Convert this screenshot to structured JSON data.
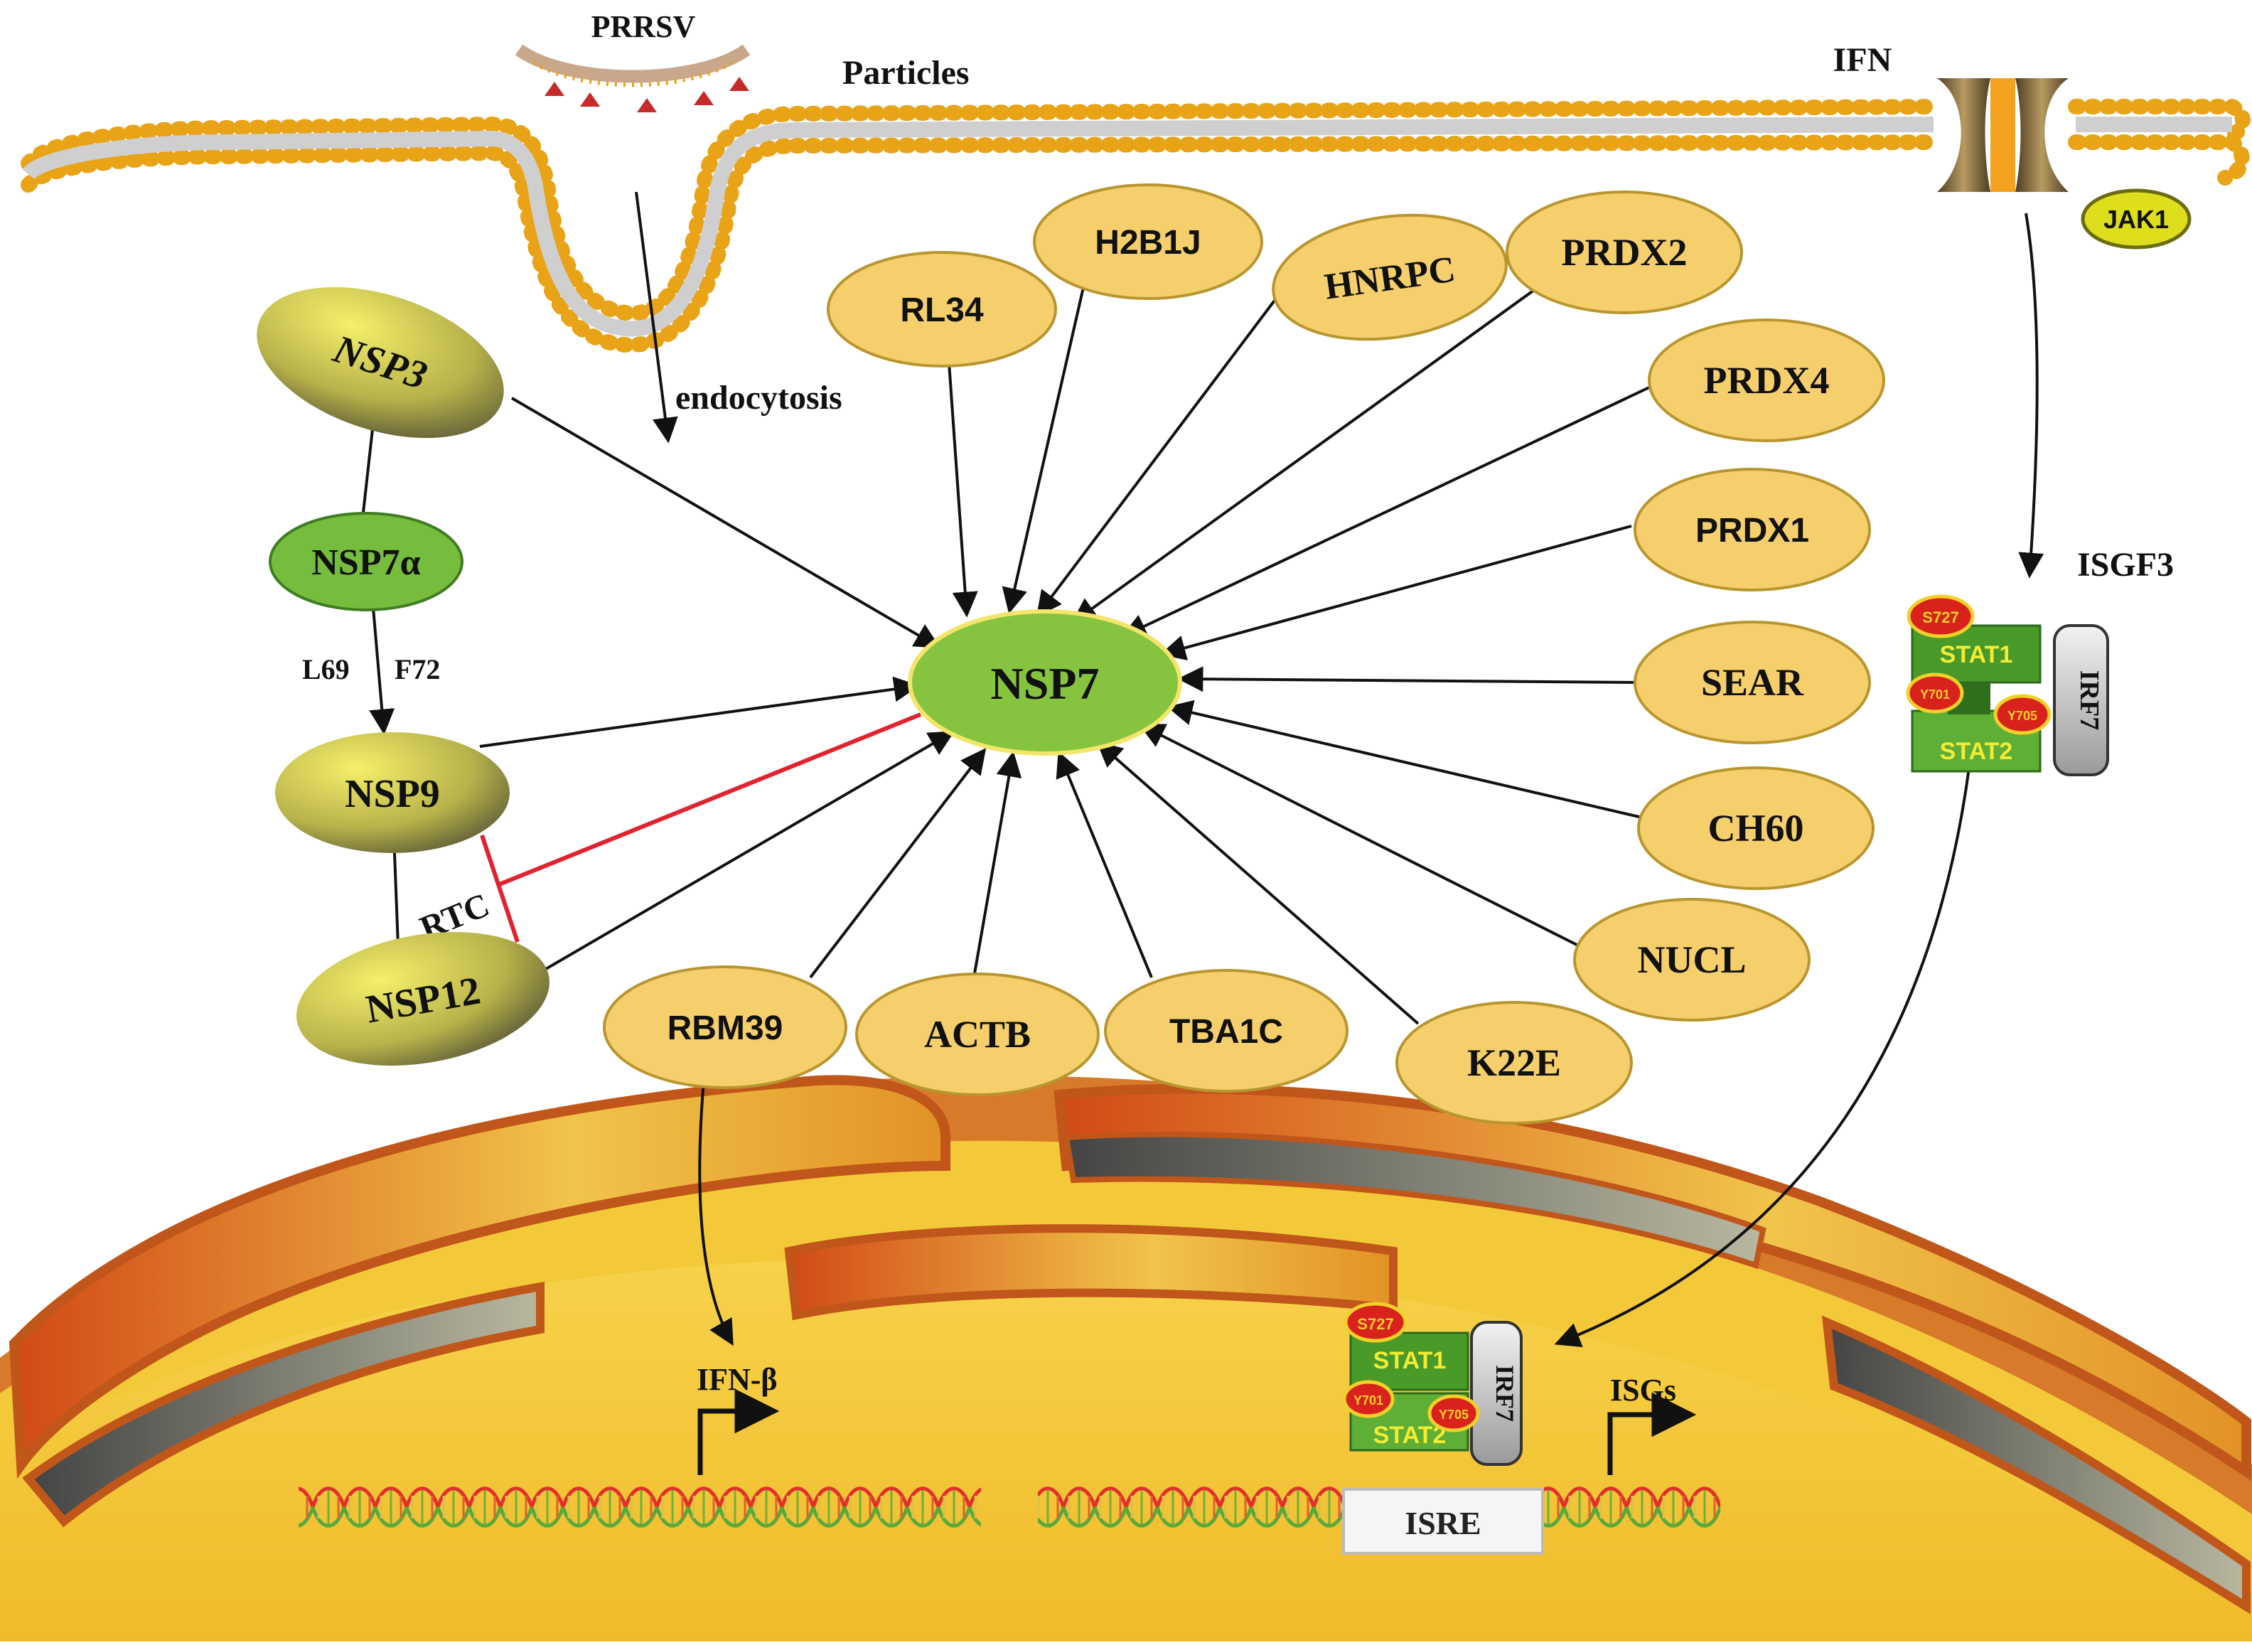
{
  "colors": {
    "protein_fill": "#f6cf6d",
    "protein_stroke": "#b8962e",
    "nsp7_fill": "#86c33f",
    "nsp7_stroke": "#f2e56a",
    "activation_arrow": "#111111",
    "inhibition": "#e0232e",
    "membrane_head": "#e8a317",
    "nucleus_outer": "#e8a23b",
    "nucleus_inner": "#f3cf4a",
    "stat_green": "#4ea82c",
    "stat_text": "#f5f02a",
    "jak1_fill": "#dede1c"
  },
  "labels": {
    "prrsv": "PRRSV",
    "particles": "Particles",
    "endocytosis": "endocytosis",
    "ifn": "IFN",
    "jak1": "JAK1",
    "isgf3": "ISGF3",
    "l69": "L69",
    "f72": "F72",
    "rtc": "RTC",
    "ifn_beta": "IFN-β",
    "isgs": "ISGs",
    "isre": "ISRE"
  },
  "nsp_nodes": {
    "nsp3": "NSP3",
    "nsp7a": "NSP7α",
    "nsp9": "NSP9",
    "nsp12": "NSP12",
    "nsp7": "NSP7"
  },
  "interactors": [
    {
      "id": "rl34",
      "label": "RL34"
    },
    {
      "id": "h2b1j",
      "label": "H2B1J"
    },
    {
      "id": "hnrpc",
      "label": "HNRPC"
    },
    {
      "id": "prdx2",
      "label": "PRDX2"
    },
    {
      "id": "prdx4",
      "label": "PRDX4"
    },
    {
      "id": "prdx1",
      "label": "PRDX1"
    },
    {
      "id": "sear",
      "label": "SEAR"
    },
    {
      "id": "ch60",
      "label": "CH60"
    },
    {
      "id": "nucl",
      "label": "NUCL"
    },
    {
      "id": "k22e",
      "label": "K22E"
    },
    {
      "id": "tba1c",
      "label": "TBA1C"
    },
    {
      "id": "actb",
      "label": "ACTB"
    },
    {
      "id": "rbm39",
      "label": "RBM39"
    }
  ],
  "isgf3_complex": {
    "stat1": "STAT1",
    "stat2": "STAT2",
    "irf7": "IRF7",
    "s727": "S727",
    "y701": "Y701",
    "y705": "Y705"
  }
}
